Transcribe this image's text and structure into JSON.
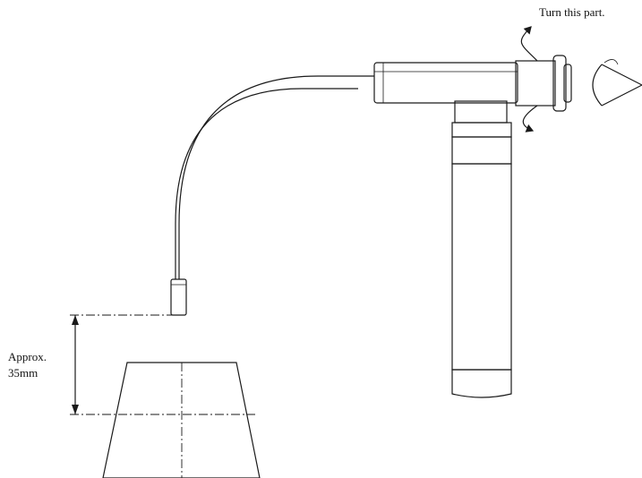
{
  "annotations": {
    "turn_label": "Turn this part.",
    "distance_label_line1": "Approx.",
    "distance_label_line2": "35mm"
  },
  "colors": {
    "line": "#1a1a1a",
    "background": "#ffffff"
  }
}
